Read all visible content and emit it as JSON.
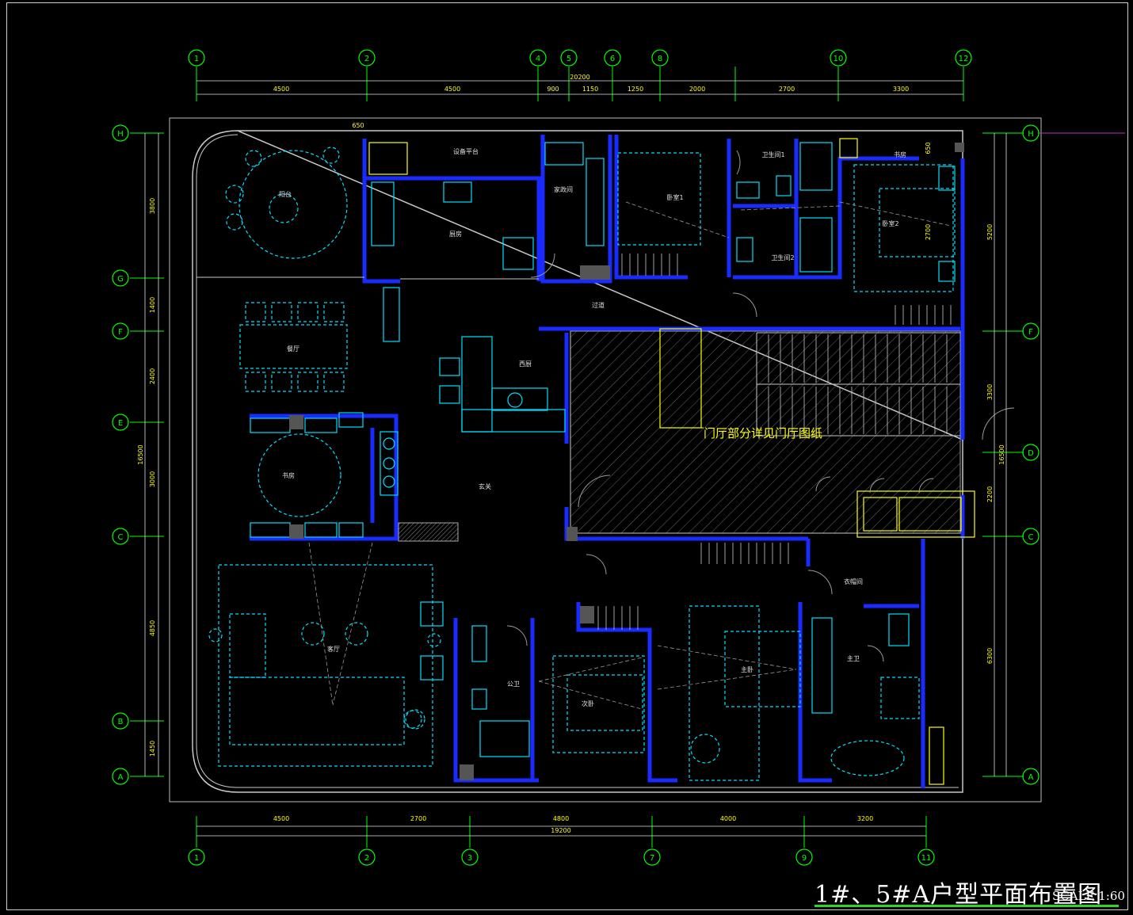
{
  "drawing": {
    "title": "1#、5#A户型平面布置图",
    "scale": "SCALE  1:60",
    "note": "门厅部分详见门厅图纸"
  },
  "axes": {
    "top_labels": [
      "1",
      "2",
      "4",
      "5",
      "6",
      "8",
      "10",
      "12"
    ],
    "bottom_labels": [
      "1",
      "2",
      "3",
      "7",
      "9",
      "11"
    ],
    "left_labels": [
      "H",
      "G",
      "F",
      "E",
      "C",
      "B",
      "A"
    ],
    "right_labels": [
      "H",
      "F",
      "D",
      "C",
      "A"
    ]
  },
  "dimensions": {
    "top_total": "20200",
    "top_segments": [
      "4500",
      "4500",
      "900",
      "1150",
      "1250",
      "2000",
      "2700",
      "3300"
    ],
    "bottom_total": "19200",
    "bottom_segments": [
      "4500",
      "2700",
      "4800",
      "4000",
      "3200"
    ],
    "left_total": "16500",
    "left_segments": [
      "3800",
      "1400",
      "2400",
      "3000",
      "4850",
      "1450"
    ],
    "right_total": "16500",
    "right_segments": [
      "5200",
      "3300",
      "2200",
      "6300"
    ],
    "right_small": [
      "650",
      "2700"
    ]
  },
  "rooms": {
    "balcony": "阳台",
    "equipment_platform": "设备平台",
    "kitchen": "厨房",
    "laundry": "家政间",
    "bedroom1": "卧室1",
    "bath1": "卫生间1",
    "bath2": "卫生间2",
    "study_room": "书房",
    "bedroom2": "卧室2",
    "corridor": "过道",
    "dining": "餐厅",
    "western_kitchen": "西厨",
    "den": "书房",
    "foyer": "玄关",
    "living": "客厅",
    "public_bath": "公卫",
    "second_bed": "次卧",
    "master_bed": "主卧",
    "closet": "衣帽间",
    "master_bath": "主卫"
  },
  "colors": {
    "background": "#000000",
    "axis": "#00ff00",
    "dimension": "#ffff00",
    "wall": "#1a2bff",
    "furniture": "#00e0ff",
    "outline": "#c8c8c8",
    "note": "#ffff00",
    "door": "#9a9a9a"
  }
}
